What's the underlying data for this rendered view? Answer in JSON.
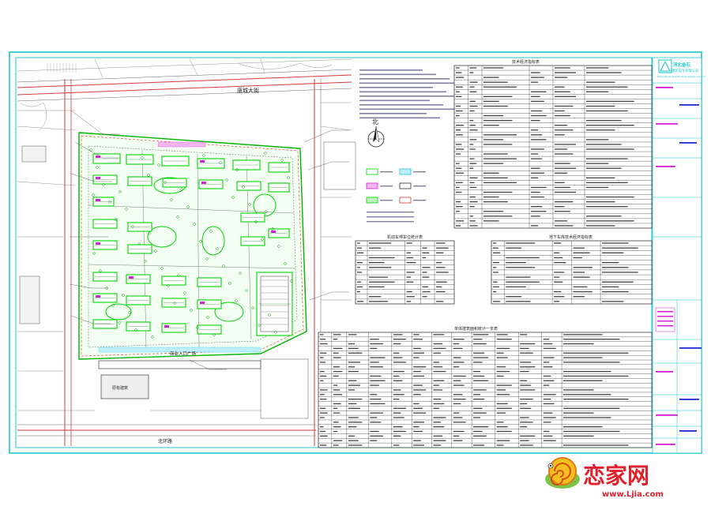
{
  "title_block": {
    "company": "河北金石",
    "company_line2": "建筑设计有限公司",
    "company_en": "Hebei Jinshi Architectural Design Co.,Ltd."
  },
  "site_plan": {
    "north_label": "北",
    "road_north": "唐城大街",
    "road_south": "北环路",
    "entrance_label": "商业入口广场",
    "neighbor_label": "原有建筑"
  },
  "tables": {
    "tech_title": "技术经济指标表",
    "parking_title": "机动车停车位统计表",
    "basement_title": "地下车库技术经济指标表",
    "stats_title": "单体建筑面积统计一览表"
  },
  "watermark": {
    "brand": "恋家网",
    "url": "www.Ljia.com"
  },
  "colors": {
    "frame": "#19c6cf",
    "building": "#00d400",
    "road": "#d63a3a",
    "table_line": "#222222",
    "brand_red": "#e0202a",
    "brand_green": "#4aa82a",
    "text_blue": "#1e2ad6"
  }
}
